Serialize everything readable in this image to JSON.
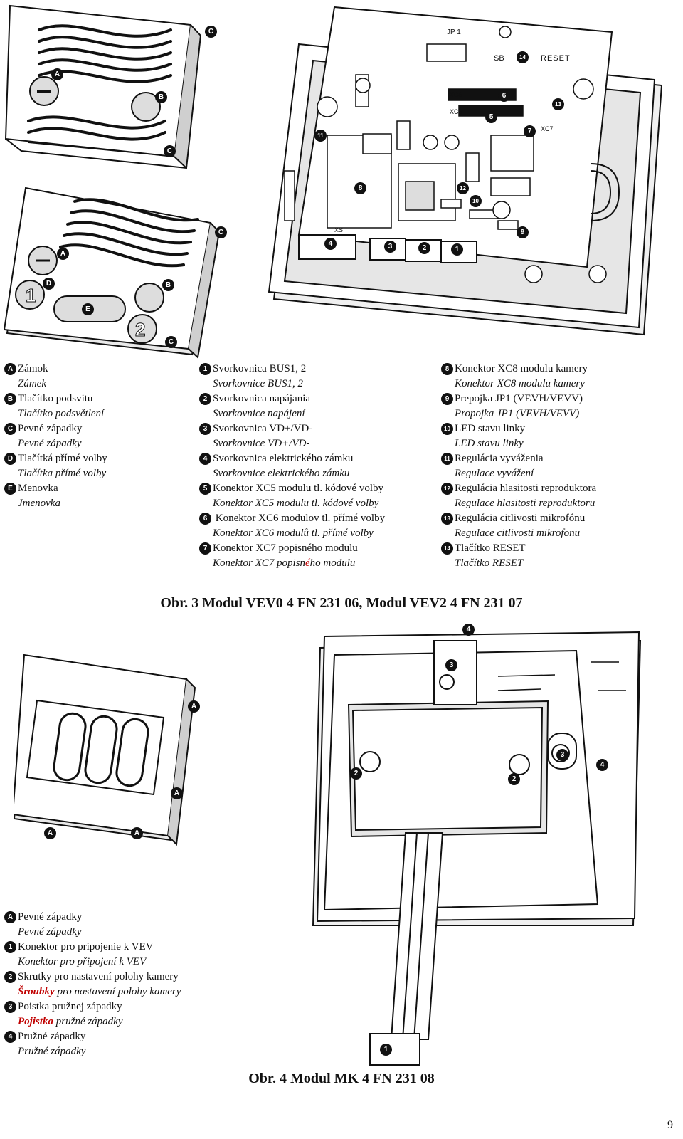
{
  "fig3": {
    "callouts": {
      "A": "A",
      "B": "B",
      "C": "C",
      "D": "D",
      "E": "E",
      "n1": "1",
      "n2": "2",
      "n3": "3",
      "n4": "4",
      "n5": "5",
      "n6": "6",
      "n7": "7",
      "n8": "8",
      "n9": "9",
      "n10": "10",
      "n11": "11",
      "n12": "12",
      "n13": "13",
      "n14": "14"
    },
    "board_labels": {
      "reset": "RESET",
      "sb": "SB",
      "jp": "JP 1",
      "xc5": "XC5",
      "xc6": "XC6",
      "xc7": "XC7",
      "xs": "XS"
    },
    "legend_col1": [
      {
        "key": "A",
        "sk": "Zámok",
        "cz": "Zámek"
      },
      {
        "key": "B",
        "sk": "Tlačítko podsvitu",
        "cz": "Tlačítko podsvětlení"
      },
      {
        "key": "C",
        "sk": "Pevné západky",
        "cz": "Pevné západky"
      },
      {
        "key": "D",
        "sk": "Tlačítká přímé volby",
        "cz": "Tlačítka přímé volby"
      },
      {
        "key": "E",
        "sk": "Menovka",
        "cz": "Jmenovka"
      }
    ],
    "legend_col2": [
      {
        "key": "1",
        "sk": "Svorkovnica BUS1, 2",
        "cz": "Svorkovnice BUS1, 2"
      },
      {
        "key": "2",
        "sk": "Svorkovnica napájania",
        "cz": "Svorkovnice napájení"
      },
      {
        "key": "3",
        "sk": "Svorkovnica VD+/VD-",
        "cz": "Svorkovnice VD+/VD-"
      },
      {
        "key": "4",
        "sk": "Svorkovnica elektrického zámku",
        "cz": "Svorkovnice elektrického zámku"
      },
      {
        "key": "5",
        "sk": "Konektor XC5 modulu tl. kódové volby",
        "cz": "Konektor XC5 modulu tl. kódové volby"
      },
      {
        "key": "6",
        "sk": " Konektor XC6 modulov tl. přímé volby",
        "cz": "Konektor XC6 modulů tl. přímé volby"
      },
      {
        "key": "7",
        "sk": "Konektor XC7 popisného modulu",
        "cz_a": "Konektor XC7 popisn",
        "cz_b": "é",
        "cz_c": "ho modulu"
      }
    ],
    "legend_col3": [
      {
        "key": "8",
        "sk": "Konektor XC8 modulu kamery",
        "cz": "Konektor XC8 modulu kamery"
      },
      {
        "key": "9",
        "sk": "Prepojka JP1 (VEVH/VEVV)",
        "cz": "Propojka JP1 (VEVH/VEVV)"
      },
      {
        "key": "10",
        "sk": "LED stavu linky",
        "cz": "LED stavu linky"
      },
      {
        "key": "11",
        "sk": "Regulácia vyváženia",
        "cz": "Regulace vyvážení"
      },
      {
        "key": "12",
        "sk": "Regulácia hlasitosti reproduktora",
        "cz": "Regulace hlasitosti reproduktoru"
      },
      {
        "key": "13",
        "sk": "Regulácia citlivosti mikrofónu",
        "cz": "Regulace citlivosti mikrofonu"
      },
      {
        "key": "14",
        "sk": "Tlačítko RESET",
        "cz": "Tlačítko RESET"
      }
    ],
    "caption": "Obr. 3 Modul VEV0 4 FN 231 06, Modul VEV2 4 FN 231 07"
  },
  "fig4": {
    "callouts": {
      "A": "A",
      "n1": "1",
      "n2": "2",
      "n3": "3",
      "n4": "4"
    },
    "legend": [
      {
        "key": "A",
        "sk": "Pevné západky",
        "cz": "Pevné západky"
      },
      {
        "key": "1",
        "sk": "Konektor pro pripojenie k VEV",
        "cz": "Konektor pro připojení k VEV"
      },
      {
        "key": "2",
        "sk": "Skrutky pro nastavení polohy kamery",
        "cz_red": "Šroubky",
        "cz_rest": " pro nastavení polohy kamery"
      },
      {
        "key": "3",
        "sk": "Poistka pružnej západky",
        "cz_red": "Pojistka",
        "cz_rest": " pružné západky"
      },
      {
        "key": "4",
        "sk": "Pružné západky",
        "cz": "Pružné západky"
      }
    ],
    "caption": "Obr. 4 Modul MK 4 FN 231 08"
  },
  "page_number": "9"
}
